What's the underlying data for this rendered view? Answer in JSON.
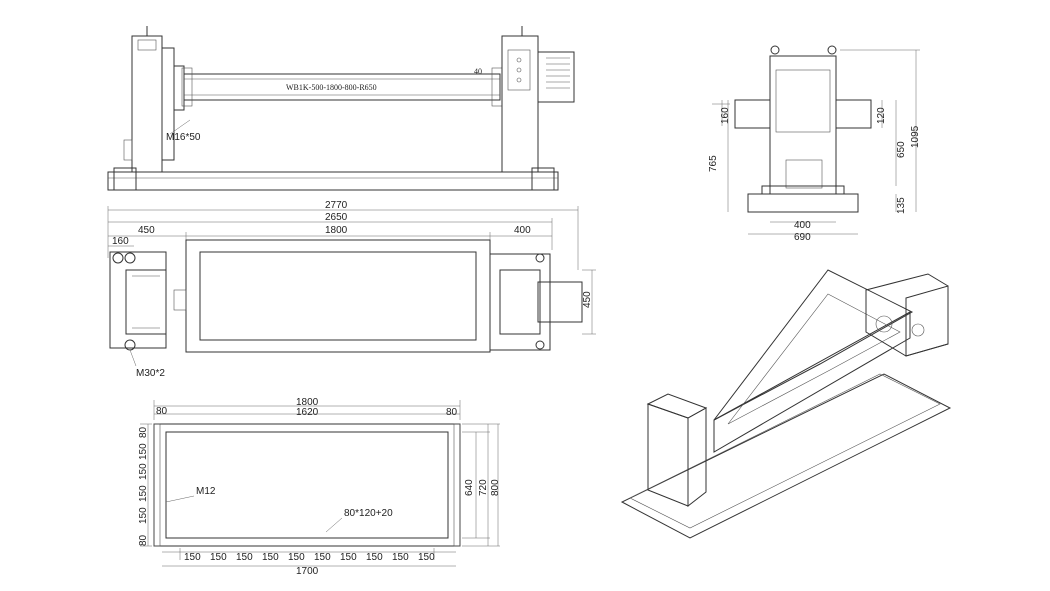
{
  "front_view": {
    "model_label": "WB1K-500-1800-800-R650",
    "dim_40": "40",
    "bolt_note": "M16*50"
  },
  "top_view": {
    "dim_2770": "2770",
    "dim_2650": "2650",
    "dim_450_left": "450",
    "dim_1800": "1800",
    "dim_400": "400",
    "dim_160": "160",
    "dim_450_right": "450",
    "anchor_note": "M30*2"
  },
  "side_view": {
    "dim_160": "160",
    "dim_120": "120",
    "dim_765": "765",
    "dim_650": "650",
    "dim_1095": "1095",
    "dim_135": "135",
    "dim_400": "400",
    "dim_690": "690"
  },
  "frame_view": {
    "dim_1800": "1800",
    "dim_80_left": "80",
    "dim_1620": "1620",
    "dim_80_right": "80",
    "left_dims": [
      "80",
      "150",
      "150",
      "150",
      "150",
      "80"
    ],
    "dim_640": "640",
    "dim_720": "720",
    "dim_800": "800",
    "hole_note": "M12",
    "section_note": "80*120+20",
    "bottom_dims": [
      "150",
      "150",
      "150",
      "150",
      "150",
      "150",
      "150",
      "150",
      "150",
      "150"
    ],
    "dim_1700": "1700"
  }
}
